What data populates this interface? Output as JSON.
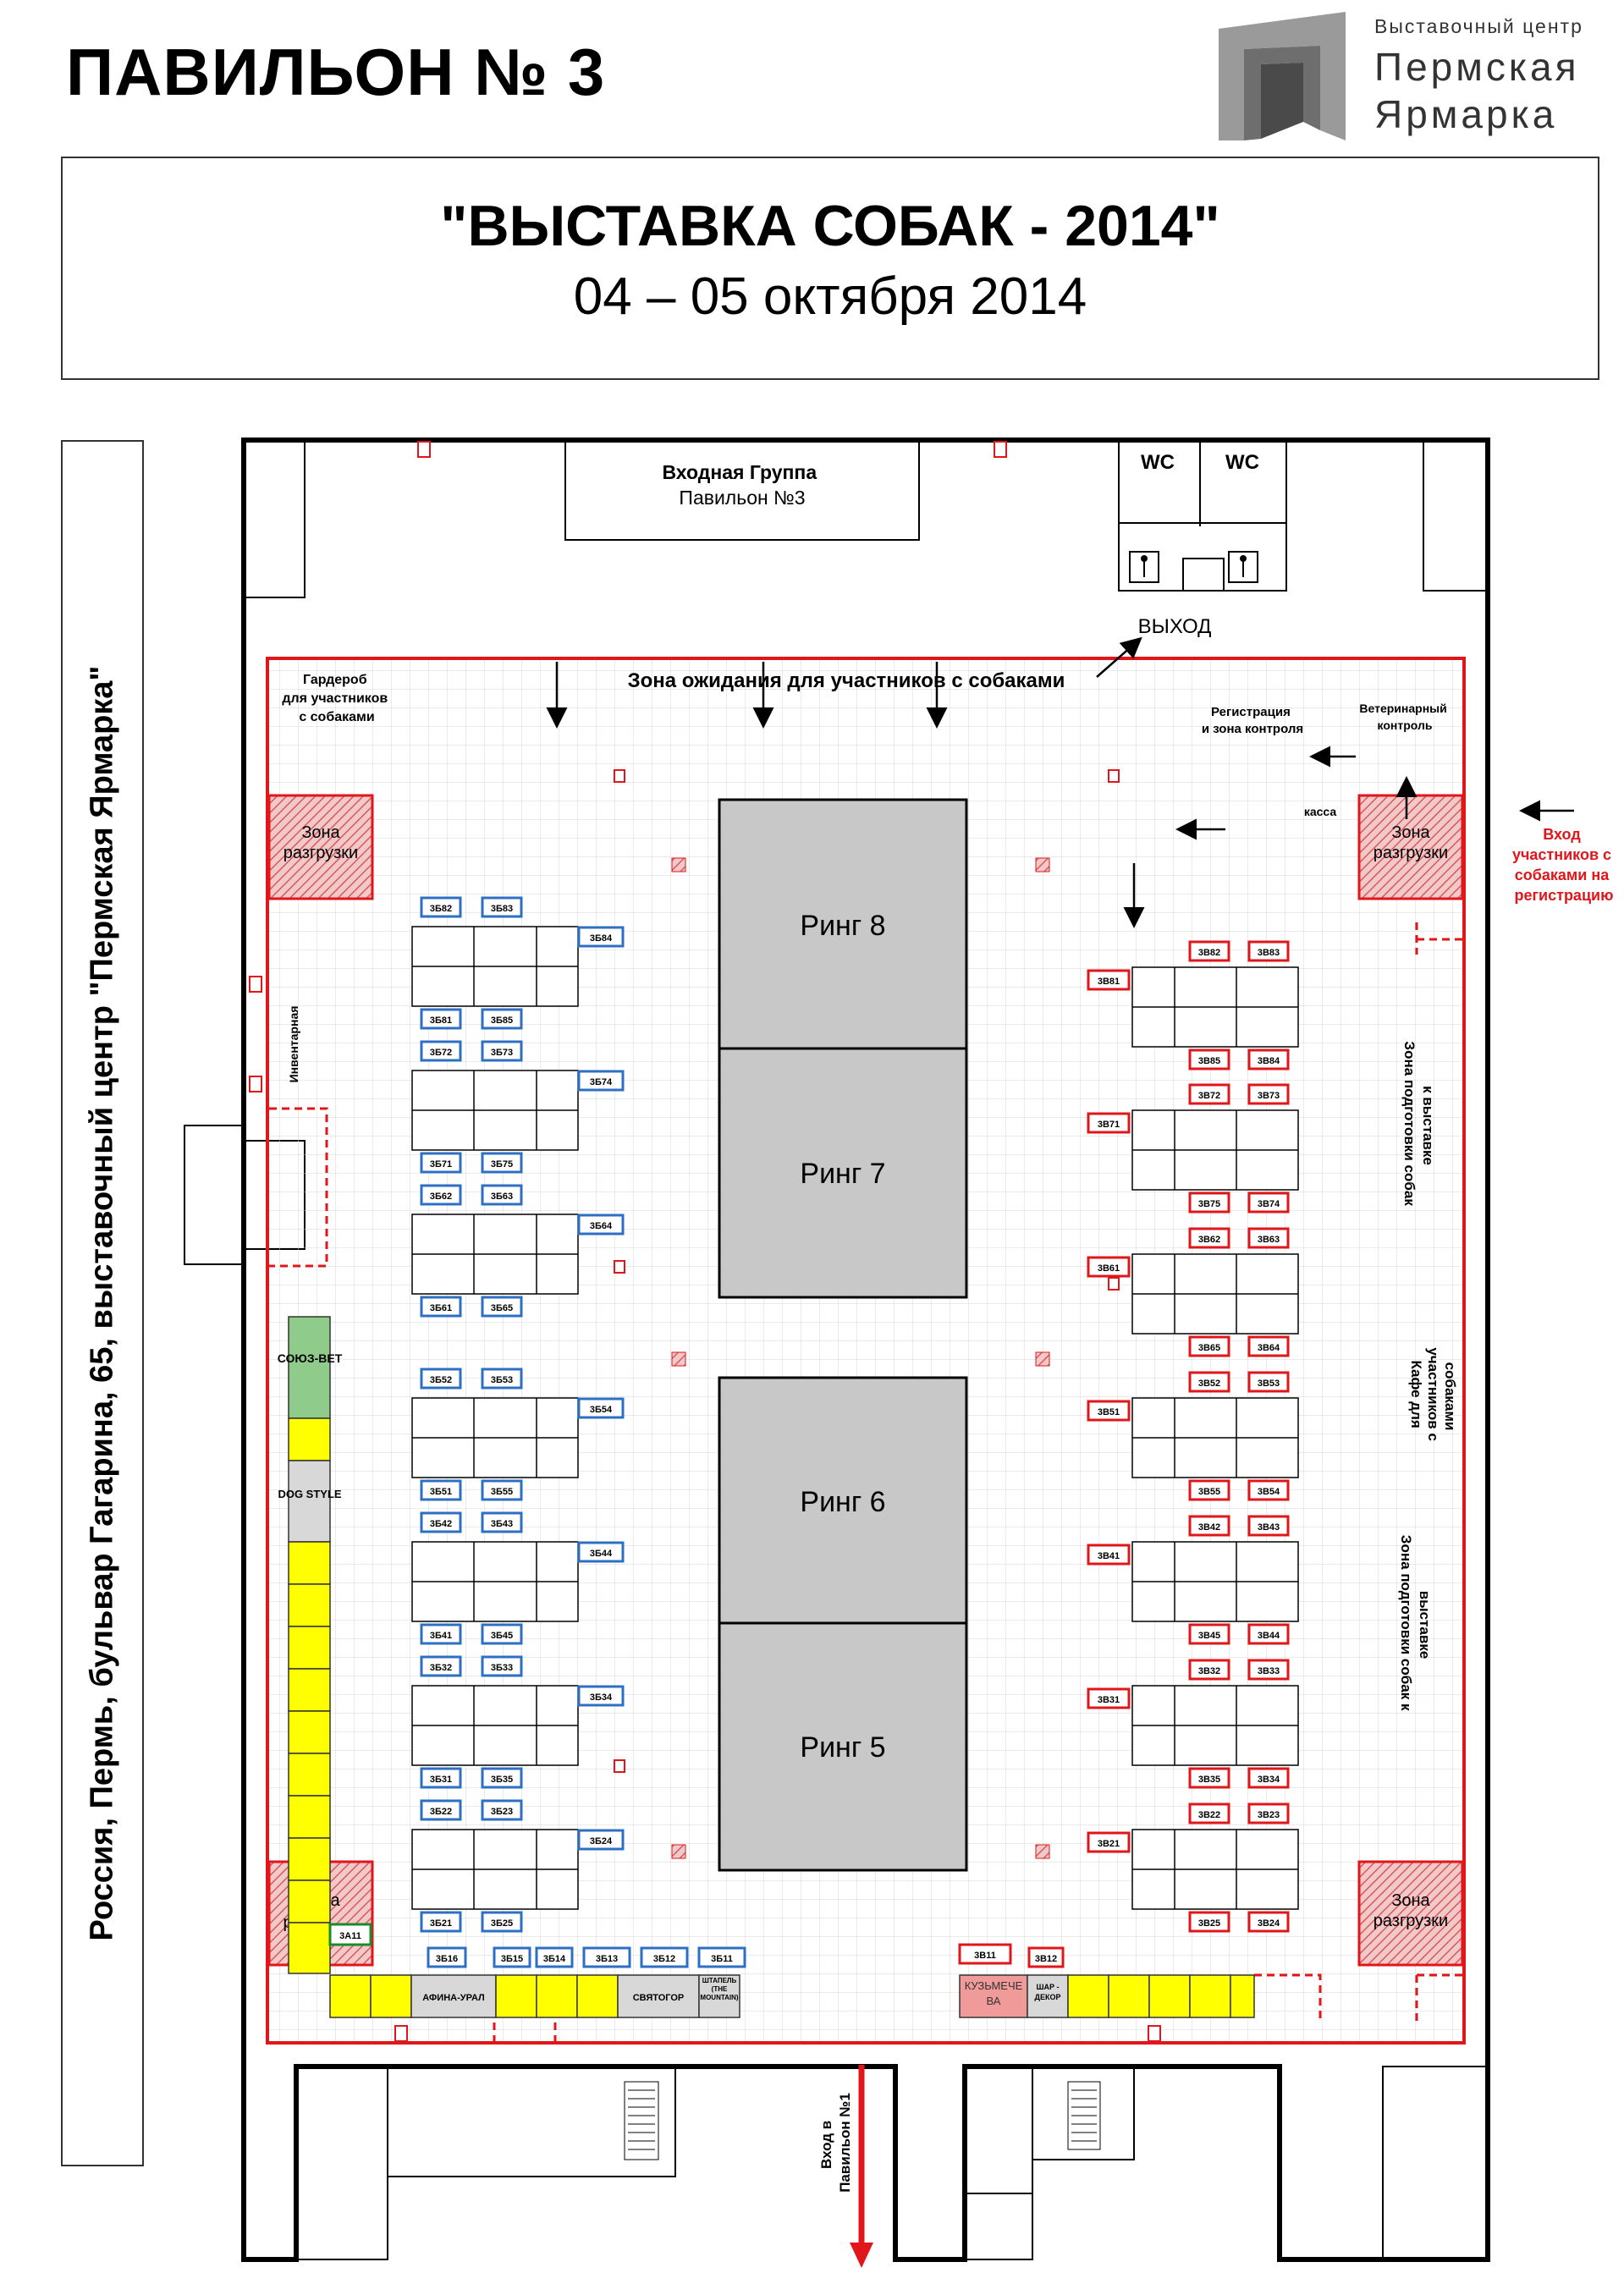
{
  "header": {
    "pavilion_title": "ПАВИЛЬОН № 3",
    "logo": {
      "small_text": "Выставочный центр",
      "line1": "Пермская",
      "line2": "Ярмарка"
    }
  },
  "event": {
    "title": "\"ВЫСТАВКА СОБАК - 2014\"",
    "dates": "04 – 05 октября 2014"
  },
  "address": "Россия, Пермь, бульвар Гагарина, 65, выставочный центр \"Пермская Ярмарка\"",
  "plan": {
    "entrance_group": [
      "Входная Группа",
      "Павильон №3"
    ],
    "wc_labels": [
      "WC",
      "WC"
    ],
    "exit_label": "ВЫХОД",
    "waiting_zone": "Зона ожидания для участников с собаками",
    "wardrobe": [
      "Гардероб",
      "для участников",
      "с собаками"
    ],
    "registration": [
      "Регистрация",
      "и зона контроля"
    ],
    "vet_control": [
      "Ветеринарный",
      "контроль"
    ],
    "cashier": "касса",
    "unloading_zone": [
      "Зона",
      "разгрузки"
    ],
    "unloading_zone_partial": [
      "Зона",
      "р"
    ],
    "participants_entrance": [
      "Вход",
      "участников с",
      "собаками на",
      "регистрацию"
    ],
    "inventory": "Инвентарная",
    "prep_zone_top": [
      "Зона подготовки собак",
      "к выставке"
    ],
    "prep_zone_bottom": [
      "Зона подготовки собак к",
      "выставке"
    ],
    "cafe": [
      "Кафе для",
      "участников с",
      "собаками"
    ],
    "entrance_pav1": [
      "Вход в",
      "Павильон №1"
    ],
    "rings": [
      "Ринг 8",
      "Ринг 7",
      "Ринг 6",
      "Ринг 5"
    ],
    "booths_blue": [
      "3Б82",
      "3Б83",
      "3Б84",
      "3Б81",
      "3Б85",
      "3Б72",
      "3Б73",
      "3Б74",
      "3Б71",
      "3Б75",
      "3Б62",
      "3Б63",
      "3Б64",
      "3Б61",
      "3Б65",
      "3Б52",
      "3Б53",
      "3Б54",
      "3Б51",
      "3Б55",
      "3Б42",
      "3Б43",
      "3Б44",
      "3Б41",
      "3Б45",
      "3Б32",
      "3Б33",
      "3Б34",
      "3Б31",
      "3Б35",
      "3Б22",
      "3Б23",
      "3Б24",
      "3Б21",
      "3Б25"
    ],
    "booths_blue_bottom": [
      "3Б16",
      "3Б15",
      "3Б14",
      "3Б13",
      "3Б12",
      "3Б11"
    ],
    "booths_red": [
      "3В82",
      "3В83",
      "3В81",
      "3В85",
      "3В84",
      "3В72",
      "3В73",
      "3В71",
      "3В75",
      "3В74",
      "3В62",
      "3В63",
      "3В61",
      "3В65",
      "3В64",
      "3В52",
      "3В53",
      "3В51",
      "3В55",
      "3В54",
      "3В42",
      "3В43",
      "3В41",
      "3В45",
      "3В44",
      "3В32",
      "3В33",
      "3В31",
      "3В35",
      "3В34",
      "3В22",
      "3В23",
      "3В21",
      "3В25",
      "3В24"
    ],
    "booths_red_bottom": [
      "3В11",
      "3В12"
    ],
    "booth_green": "3А11",
    "exhibitors": {
      "soyuzvet": "СОЮЗ-ВЕТ",
      "dog_style": "DOG STYLE",
      "afina_ural": "АФИНА-УРАЛ",
      "svyatogor": "СВЯТОГОР",
      "shtapel": "ШТАПЕЛЬ (THE MOUNTAIN)",
      "kuzmecheva": "КУЗЬМЕЧЕВА",
      "shar_dekor": "ШАР - ДЕКОР"
    }
  },
  "colors": {
    "booth_blue": "#2e6fc4",
    "booth_red": "#e0161b",
    "booth_green": "#1a8a2a",
    "exhibit_yellow": "#ffff00",
    "exhibit_green": "#8fcc8c",
    "ring_gray": "#c8c8c8",
    "zone_red": "#e0161b"
  }
}
